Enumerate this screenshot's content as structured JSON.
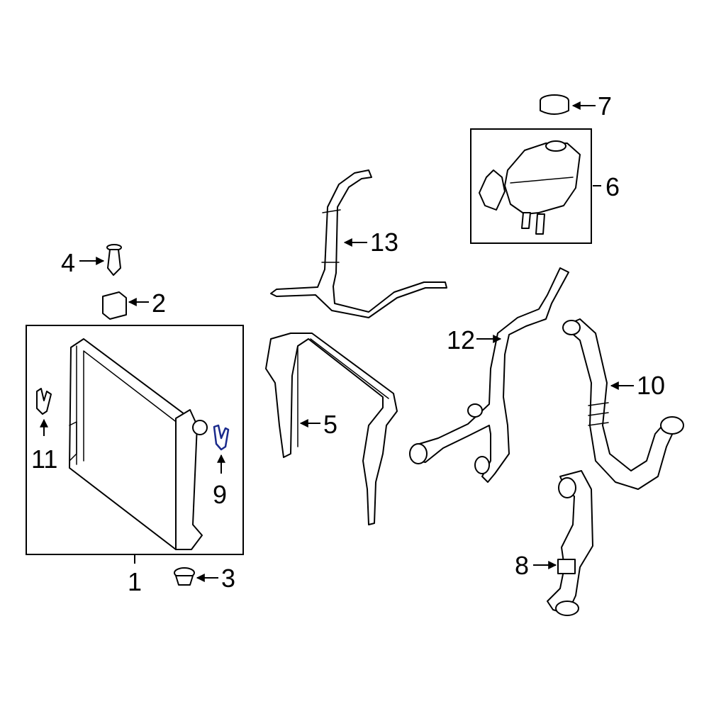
{
  "colors": {
    "line": "#000000",
    "highlight": "#1a2a8c",
    "background": "#ffffff"
  },
  "callouts": {
    "c1": "1",
    "c2": "2",
    "c3": "3",
    "c4": "4",
    "c5": "5",
    "c6": "6",
    "c7": "7",
    "c8": "8",
    "c9": "9",
    "c10": "10",
    "c11": "11",
    "c12": "12",
    "c13": "13"
  }
}
